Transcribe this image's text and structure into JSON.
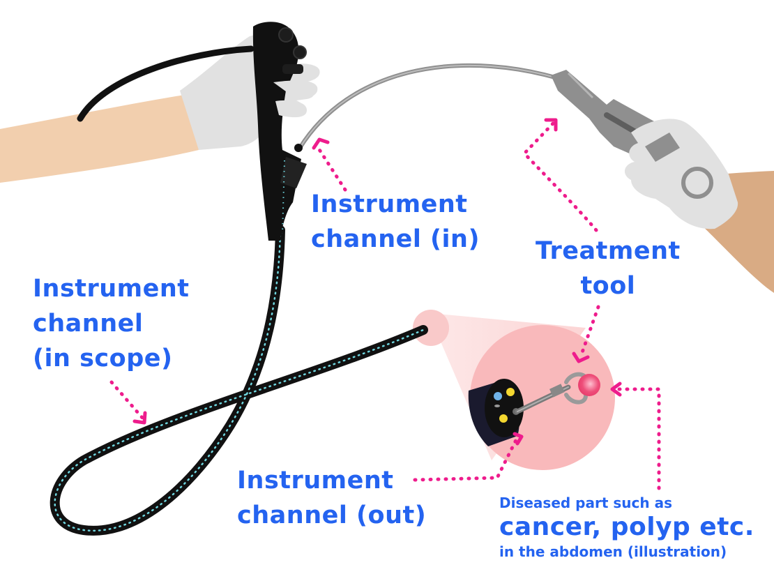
{
  "labels": {
    "channel_in": [
      "Instrument",
      "channel (in)"
    ],
    "channel_scope": [
      "Instrument",
      "channel",
      "(in scope)"
    ],
    "treatment_tool": [
      "Treatment",
      "tool"
    ],
    "channel_out": [
      "Instrument",
      "channel (out)"
    ],
    "diseased_line1": "Diseased part such as",
    "diseased_line2": "cancer, polyp etc.",
    "diseased_line3": "in the abdomen (illustration)"
  },
  "colors": {
    "label_text": "#2463f0",
    "arrow": "#ee1c8c",
    "skin": "#f2cfae",
    "skin_right": "#d9ab84",
    "glove": "#e1e1e1",
    "scope_body": "#111111",
    "channel_dots": "#6fd6df",
    "tool_gray": "#8f8f8f",
    "zoom_pink": "#f7b9bb",
    "lesion": "#ee4f7a"
  },
  "icons": [
    "endoscope-icon",
    "left-hand-icon",
    "right-hand-icon",
    "treatment-tool-icon",
    "scope-tip-icon",
    "grasper-icon",
    "lesion-icon"
  ]
}
